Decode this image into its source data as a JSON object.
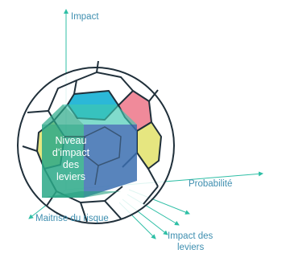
{
  "axes": {
    "impact": "Impact",
    "probabilite": "Probabilité",
    "maitrise": "Maitrise du risque",
    "impact_leviers": [
      "Impact des",
      "leviers"
    ]
  },
  "center_label": [
    "Niveau",
    "d'impact",
    "des",
    "leviers"
  ],
  "colors": {
    "axis": "#2fbfa6",
    "label": "#3f8fb0",
    "ball_stroke": "#1f2f3a",
    "patch_cyan": "#2bb8d8",
    "patch_pink": "#f08a9a",
    "patch_yellow": "#e6e680",
    "cube_front": "#3b6fb0",
    "cube_side_green": "#2aa887",
    "cube_top": "#3ec7b0"
  }
}
